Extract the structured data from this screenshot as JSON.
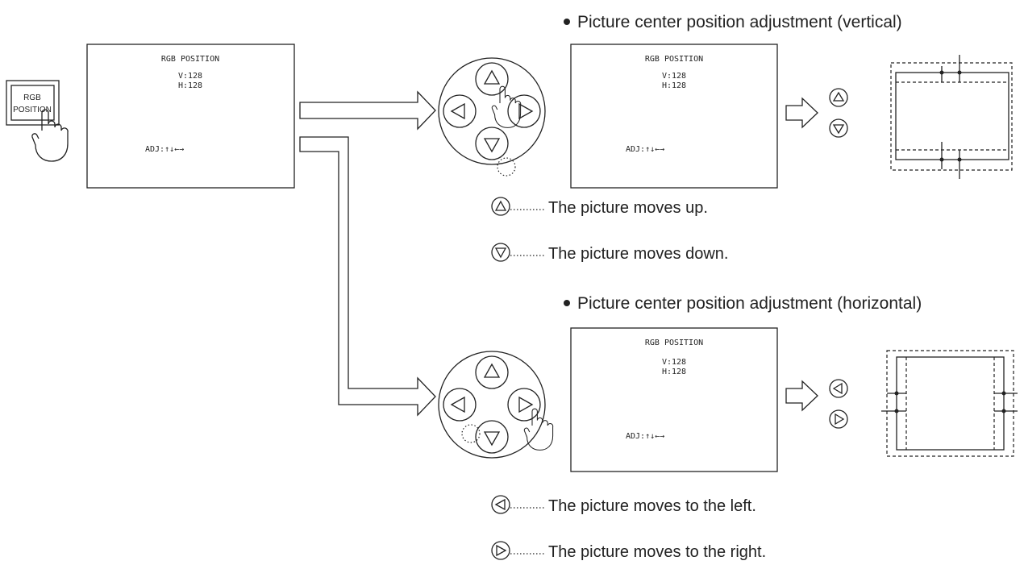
{
  "left_screen": {
    "title": "RGB POSITION",
    "v_value": "V:128",
    "h_value": "H:128",
    "adj": "ADJ:↑↓←→"
  },
  "button": {
    "line1": "RGB",
    "line2": "POSITION"
  },
  "vertical": {
    "caption": "Picture center position adjustment (vertical)",
    "screen_title": "RGB POSITION",
    "v_value": "V:128",
    "h_value": "H:128",
    "adj": "ADJ:↑↓←→",
    "legend_up": "The picture moves up.",
    "legend_down": "The picture moves down."
  },
  "horizontal": {
    "caption": "Picture center position adjustment (horizontal)",
    "screen_title": "RGB POSITION",
    "v_value": "V:128",
    "h_value": "H:128",
    "adj": "ADJ:↑↓←→",
    "legend_left": "The picture moves to the left.",
    "legend_right": "The picture moves to the right."
  }
}
